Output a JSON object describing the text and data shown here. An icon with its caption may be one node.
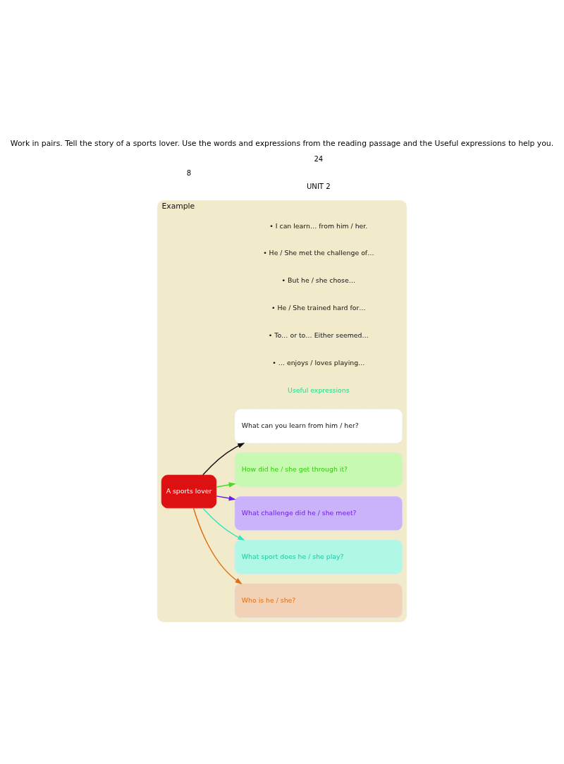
{
  "diagram": {
    "title": "Work in pairs. Tell the story of a sports lover. Use the words and expressions from the reading passage and the Useful expressions to help you.",
    "nodes": [
      {
        "text": [
          "Example"
        ]
      },
      {
        "text": [
          "A sports lover"
        ],
        "in": 0
      },
      {
        "text": [
          "Who is he / she?"
        ],
        "in": 0
      },
      {
        "text": [
          "What sport does he / she play?"
        ],
        "in": 0
      },
      {
        "text": [
          "What challenge did he / she meet?"
        ],
        "in": 0
      },
      {
        "text": [
          "How did he / she get through it?"
        ],
        "in": 0
      },
      {
        "text": [
          "What can you learn from him / her?"
        ],
        "in": 0
      }
    ],
    "edges": [
      {
        "from": 1,
        "to": 2,
        "arrow": "to",
        "color": "#dd6e12"
      },
      {
        "from": 1,
        "to": 3,
        "arrow": "to",
        "color": "#33e6c0"
      },
      {
        "from": 1,
        "to": 4,
        "arrow": "to",
        "color": "#6a1fe0"
      },
      {
        "from": 1,
        "to": 5,
        "arrow": "to",
        "color": "#44dd22"
      },
      {
        "from": 1,
        "to": 6,
        "arrow": "to",
        "color": "#111111"
      }
    ],
    "labels": [
      "8",
      "Useful expressions",
      "• … enjoys / loves playing…",
      "• To… or to… Either seemed…",
      "• He / She trained hard for…",
      "• But he / she chose…",
      "• He / She met the challenge of…",
      "• I can learn… from him / her.",
      "24",
      "UNIT 2"
    ]
  }
}
